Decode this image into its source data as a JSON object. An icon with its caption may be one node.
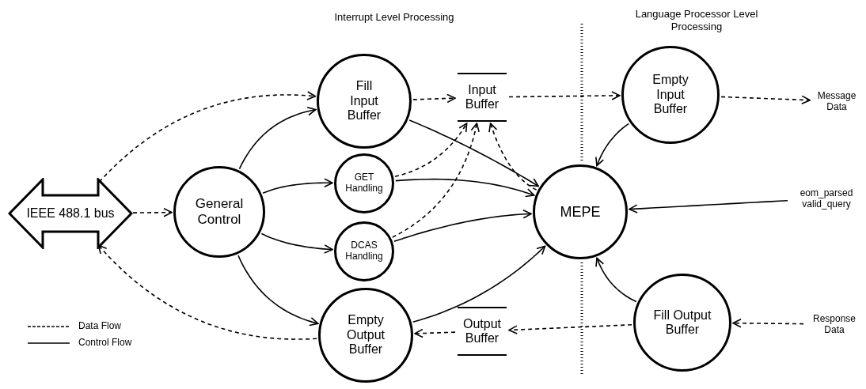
{
  "diagram": {
    "nodes": [
      {
        "text": [
          "IEEE 488.1 bus"
        ]
      },
      {
        "text": [
          "General Control"
        ]
      },
      {
        "text": [
          "Fill Input Buffer"
        ]
      },
      {
        "text": [
          "GET Handling"
        ]
      },
      {
        "text": [
          "DCAS Handling"
        ]
      },
      {
        "text": [
          "Empty Output Buffer"
        ]
      },
      {
        "text": [
          "Input Buffer"
        ]
      },
      {
        "text": [
          "Output Buffer"
        ]
      },
      {
        "text": [
          "MEPE"
        ]
      },
      {
        "text": [
          "Empty Input Buffer"
        ]
      },
      {
        "text": [
          "Fill Output Buffer"
        ]
      },
      {
        "text": [
          "Message Data"
        ]
      },
      {
        "text": [
          "eom_parsed valid_query"
        ]
      },
      {
        "text": [
          "Response Data"
        ]
      }
    ],
    "edges": [
      {
        "from": 0,
        "to": 2,
        "arrow": "to",
        "style": "dashed"
      },
      {
        "from": 0,
        "to": 1,
        "arrow": "to",
        "style": "dashed"
      },
      {
        "from": 5,
        "to": 0,
        "arrow": "to",
        "style": "dashed"
      },
      {
        "from": 1,
        "to": 2,
        "arrow": "to"
      },
      {
        "from": 1,
        "to": 3,
        "arrow": "to"
      },
      {
        "from": 1,
        "to": 4,
        "arrow": "to"
      },
      {
        "from": 1,
        "to": 5,
        "arrow": "to"
      },
      {
        "from": 2,
        "to": 6,
        "arrow": "to",
        "style": "dashed"
      },
      {
        "from": 3,
        "to": 6,
        "arrow": "to",
        "style": "dashed"
      },
      {
        "from": 4,
        "to": 6,
        "arrow": "to",
        "style": "dashed"
      },
      {
        "from": 8,
        "to": 6,
        "arrow": "to",
        "style": "dashed"
      },
      {
        "from": 6,
        "to": 9,
        "arrow": "to",
        "style": "dashed"
      },
      {
        "from": 9,
        "to": 11,
        "arrow": "to",
        "style": "dashed"
      },
      {
        "from": 9,
        "to": 8,
        "arrow": "to"
      },
      {
        "from": 2,
        "to": 8,
        "arrow": "to"
      },
      {
        "from": 3,
        "to": 8,
        "arrow": "to"
      },
      {
        "from": 4,
        "to": 8,
        "arrow": "to"
      },
      {
        "from": 5,
        "to": 8,
        "arrow": "to"
      },
      {
        "from": 12,
        "to": 8,
        "arrow": "to"
      },
      {
        "from": 10,
        "to": 8,
        "arrow": "to"
      },
      {
        "from": 13,
        "to": 10,
        "arrow": "to",
        "style": "dashed"
      },
      {
        "from": 10,
        "to": 7,
        "arrow": "to",
        "style": "dashed"
      },
      {
        "from": 7,
        "to": 5,
        "arrow": "to",
        "style": "dashed"
      }
    ],
    "labels": [
      "Interrupt Level Processing",
      "Language Processor Level Processing"
    ],
    "legend": [
      {
        "text": "Data Flow"
      },
      {
        "text": "Control Flow"
      }
    ]
  }
}
